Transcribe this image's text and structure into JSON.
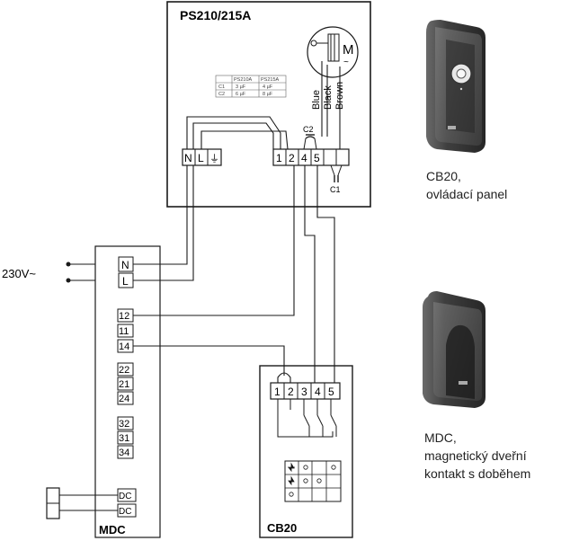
{
  "unit_ps": {
    "title": "PS210/215A",
    "motor_symbol": "M",
    "motor_ac": "~"
  },
  "cap_table": {
    "headers": [
      "",
      "PS210A",
      "PS215A"
    ],
    "rows": [
      [
        "C1",
        "3 µF",
        "4 µF"
      ],
      [
        "C2",
        "6 µF",
        "8 µF"
      ]
    ]
  },
  "wires": {
    "blue": "Blue",
    "black": "Black",
    "brown": "Brown"
  },
  "ps_terminals": [
    "N",
    "L",
    "⏚",
    "1",
    "2",
    "4",
    "5"
  ],
  "capacitors": {
    "c1": "C1",
    "c2": "C2"
  },
  "supply": {
    "label": "230V~"
  },
  "mdc_terminals": {
    "power": [
      "N",
      "L"
    ],
    "g1": [
      "12",
      "11",
      "14"
    ],
    "g2": [
      "22",
      "21",
      "24"
    ],
    "g3": [
      "32",
      "31",
      "34"
    ],
    "dc": [
      "DC",
      "DC"
    ]
  },
  "mdc_box": {
    "title": "MDC"
  },
  "cb_box": {
    "title": "CB20",
    "terminals": [
      "1",
      "2",
      "3",
      "4",
      "5"
    ]
  },
  "legend": {
    "cb20_line1": "CB20,",
    "cb20_line2": "ovládací panel",
    "mdc_line1": "MDC,",
    "mdc_line2": "magnetický dveřní",
    "mdc_line3": "kontakt s doběhem"
  },
  "colors": {
    "line": "#1a1a1a",
    "product": "#5a5a5a"
  }
}
